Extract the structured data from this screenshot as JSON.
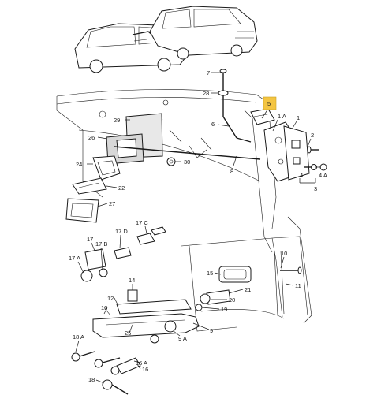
{
  "highlight_color": "#f4c542",
  "labels": [
    {
      "id": "p7",
      "text": "7"
    },
    {
      "id": "p28",
      "text": "28"
    },
    {
      "id": "p5",
      "text": "5"
    },
    {
      "id": "p1a",
      "text": "1 A"
    },
    {
      "id": "p1",
      "text": "1"
    },
    {
      "id": "p2",
      "text": "2"
    },
    {
      "id": "p6",
      "text": "6"
    },
    {
      "id": "p29",
      "text": "29"
    },
    {
      "id": "p26",
      "text": "26"
    },
    {
      "id": "p30",
      "text": "30"
    },
    {
      "id": "p8",
      "text": "8"
    },
    {
      "id": "p4",
      "text": "4"
    },
    {
      "id": "p4a",
      "text": "4 A"
    },
    {
      "id": "p3",
      "text": "3"
    },
    {
      "id": "p24",
      "text": "24"
    },
    {
      "id": "p22",
      "text": "22"
    },
    {
      "id": "p27",
      "text": "27"
    },
    {
      "id": "p17c",
      "text": "17 C"
    },
    {
      "id": "p17",
      "text": "17"
    },
    {
      "id": "p17d",
      "text": "17 D"
    },
    {
      "id": "p17a",
      "text": "17 A"
    },
    {
      "id": "p17b",
      "text": "17 B"
    },
    {
      "id": "p10",
      "text": "10"
    },
    {
      "id": "p15",
      "text": "15"
    },
    {
      "id": "p14",
      "text": "14"
    },
    {
      "id": "p21",
      "text": "21"
    },
    {
      "id": "p11",
      "text": "11"
    },
    {
      "id": "p12",
      "text": "12"
    },
    {
      "id": "p13",
      "text": "13"
    },
    {
      "id": "p20",
      "text": "20"
    },
    {
      "id": "p19",
      "text": "19"
    },
    {
      "id": "p25",
      "text": "25"
    },
    {
      "id": "p9",
      "text": "9"
    },
    {
      "id": "p9a",
      "text": "9 A"
    },
    {
      "id": "p18a",
      "text": "18 A"
    },
    {
      "id": "p16a",
      "text": "16 A"
    },
    {
      "id": "p18",
      "text": "18"
    },
    {
      "id": "p16",
      "text": "16"
    }
  ]
}
